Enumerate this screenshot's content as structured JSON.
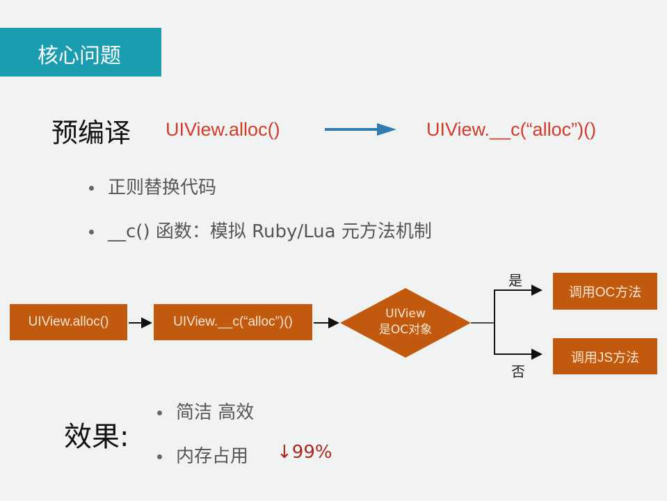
{
  "title": "核心问题",
  "precompile": {
    "label": "预编译",
    "before": "UIView.alloc()",
    "after": "UIView.__c(“alloc”)()"
  },
  "bullets": [
    "正则替换代码",
    "__c() 函数：模拟 Ruby/Lua 元方法机制"
  ],
  "flow": {
    "box1": "UIView.alloc()",
    "box2": "UIView.__c(“alloc”)()",
    "decision_line1": "UIView",
    "decision_line2": "是OC对象",
    "yes_label": "是",
    "no_label": "否",
    "yes_box": "调用OC方法",
    "no_box": "调用JS方法"
  },
  "effect": {
    "label": "效果:",
    "items": [
      "简洁 高效",
      "内存占用"
    ],
    "metric": "↓99%"
  },
  "colors": {
    "accent": "#1b9db1",
    "box": "#c15a0e",
    "red": "#d23a2a",
    "arrow": "#2f7bb2"
  }
}
